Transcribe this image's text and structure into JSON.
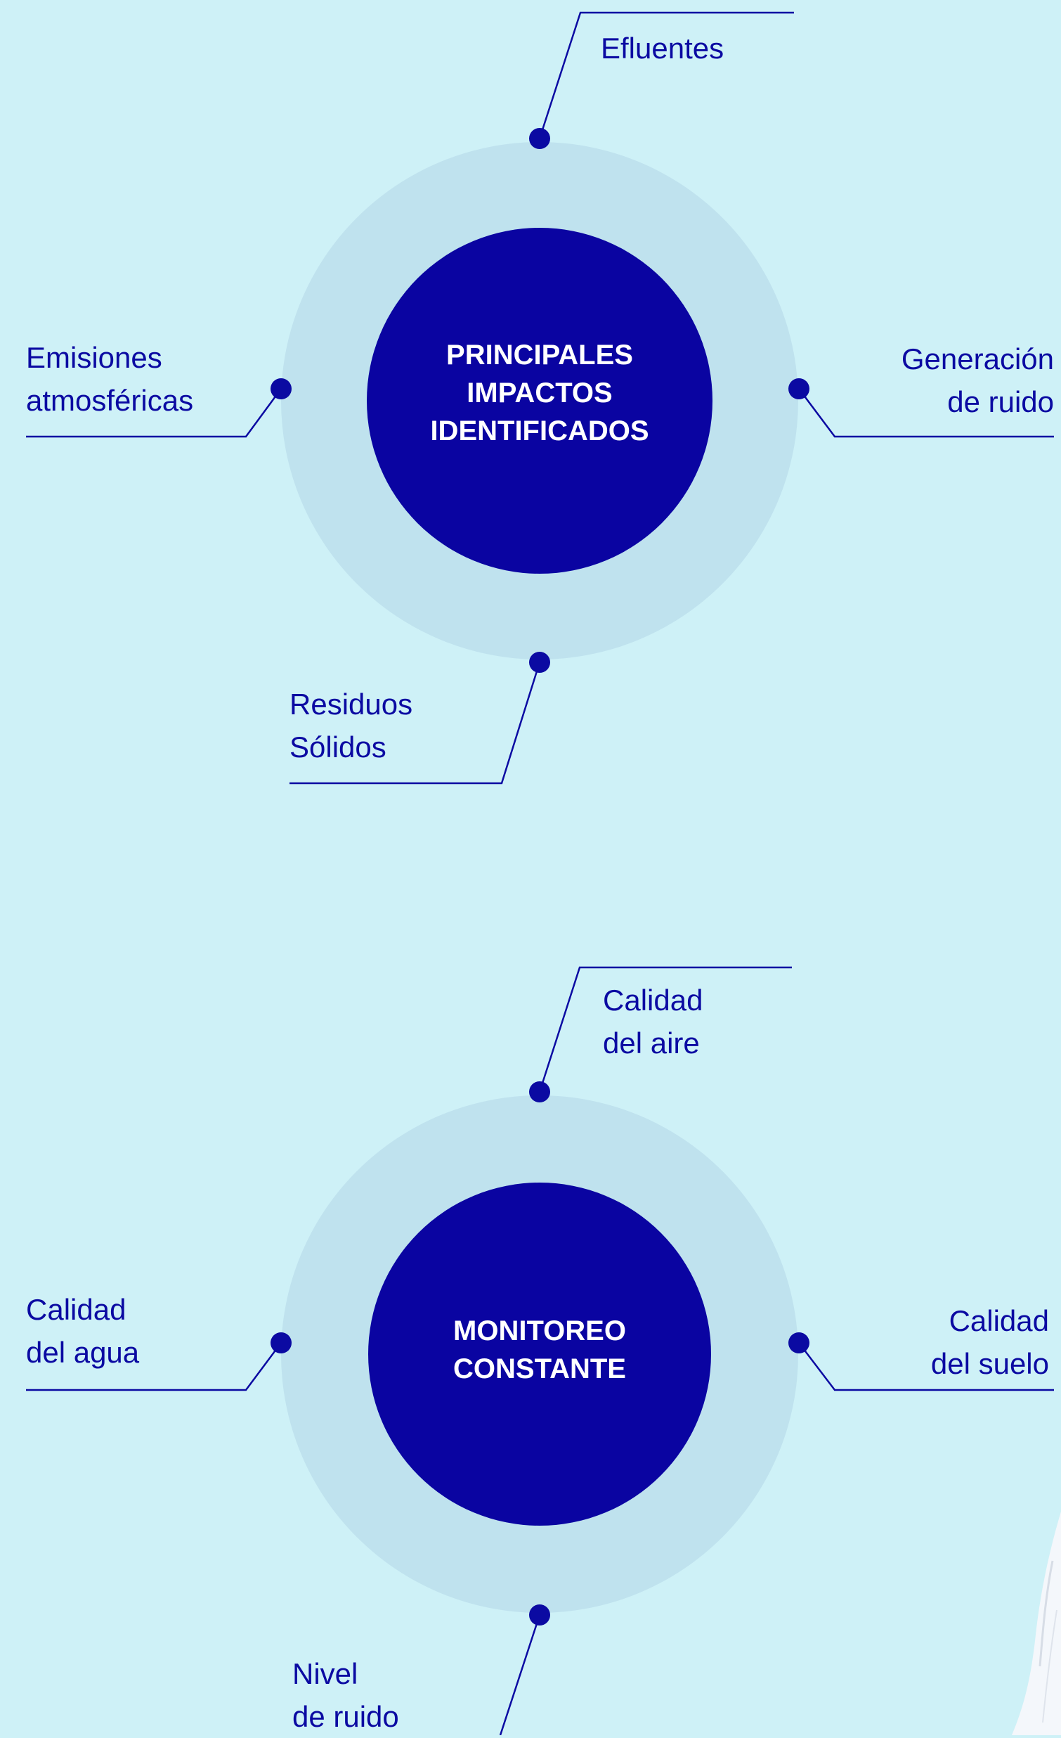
{
  "colors": {
    "background": "#cef1f7",
    "outer_ring": "#bfe2ee",
    "inner_circle": "#0a04a1",
    "line": "#0b0aa2",
    "text": "#0b0aa2",
    "center_text": "#ffffff"
  },
  "diagrams": [
    {
      "title": "PRINCIPALES\nIMPACTOS\nIDENTIFICADOS",
      "labels": {
        "top": "Efluentes",
        "left": "Emisiones\natmosféricas",
        "right": "Generación\nde ruido",
        "bottom": "Residuos\nSólidos"
      }
    },
    {
      "title": "MONITOREO\nCONSTANTE",
      "labels": {
        "top": "Calidad\ndel aire",
        "left": "Calidad\ndel agua",
        "right": "Calidad\ndel suelo",
        "bottom": "Nivel\nde ruido"
      }
    }
  ]
}
